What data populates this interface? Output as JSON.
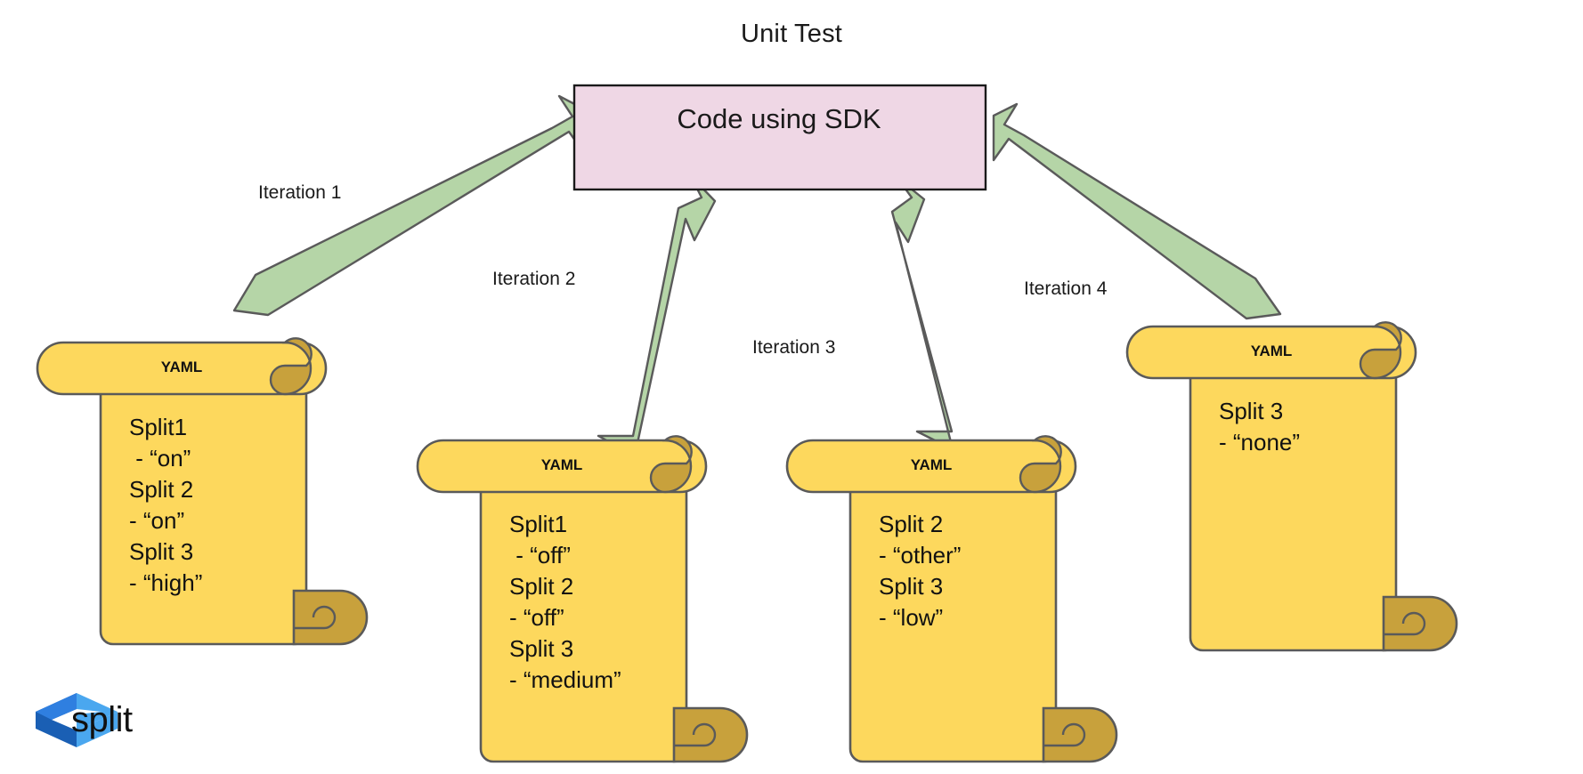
{
  "diagram": {
    "title": "Unit Test",
    "central_node": {
      "label": "Code using SDK",
      "fill": "#efd7e5",
      "stroke": "#1a1a1a"
    },
    "arrow": {
      "fill": "#b5d5a7",
      "stroke": "#5a5a5a"
    },
    "scroll": {
      "fill": "#fdd85d",
      "stroke": "#5a5a5a",
      "curl_fill": "#c8a13c"
    },
    "edges": [
      {
        "label": "Iteration 1"
      },
      {
        "label": "Iteration 2"
      },
      {
        "label": "Iteration 3"
      },
      {
        "label": "Iteration 4"
      }
    ],
    "scrolls": [
      {
        "header": "YAML",
        "lines": [
          "Split1",
          " - “on”",
          "Split 2",
          "- “on”",
          "Split 3",
          "- “high”"
        ],
        "text": "Split1\n - “on”\nSplit 2\n- “on”\nSplit 3\n- “high”"
      },
      {
        "header": "YAML",
        "lines": [
          "Split1",
          " - “off”",
          "Split 2",
          "- “off”",
          "Split 3",
          "- “medium”"
        ],
        "text": "Split1\n - “off”\nSplit 2\n- “off”\nSplit 3\n- “medium”"
      },
      {
        "header": "YAML",
        "lines": [
          "Split 2",
          "- “other”",
          "Split 3",
          "- “low”"
        ],
        "text": "Split 2\n- “other”\nSplit 3\n- “low”"
      },
      {
        "header": "YAML",
        "lines": [
          "Split 3",
          "- “none”"
        ],
        "text": "Split 3\n- “none”"
      }
    ],
    "logo": {
      "word": "split",
      "mark_colors": [
        "#2f7fe0",
        "#4aa7ef",
        "#1a5fb4"
      ]
    }
  }
}
